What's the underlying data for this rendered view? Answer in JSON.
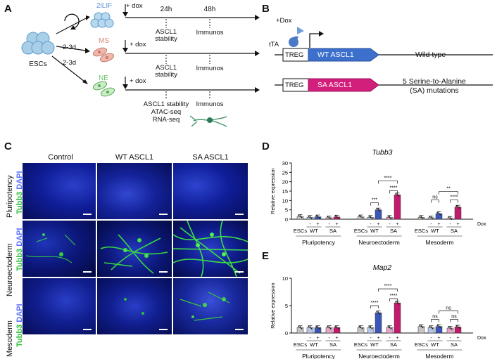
{
  "panel_labels": {
    "a": "A",
    "b": "B",
    "c": "C",
    "d": "D",
    "e": "E"
  },
  "panelA": {
    "escs": "ESCs",
    "arrow_2_3d_top": "2-3d",
    "arrow_2_3d_bottom": "2-3d",
    "cond_2ilif": "2iLIF",
    "cond_ms": "MS",
    "cond_ne": "NE",
    "dox": "+ dox",
    "t24": "24h",
    "t48": "48h",
    "row1_24": "ASCL1\nstability",
    "row1_48": "Immunos",
    "row2_24": "ASCL1\nstability",
    "row2_48": "Immunos",
    "row3_24": "ASCL1 stability\nATAC-seq\nRNA-seq",
    "row3_48": "Immunos",
    "colors": {
      "blue": "#5b8fd6",
      "ms": "#d98a7a",
      "ne": "#6fbf6f"
    }
  },
  "panelB": {
    "dox": "+Dox",
    "tta": "tTA",
    "treg1": "TREG",
    "treg2": "TREG",
    "wt": "WT ASCL1",
    "sa": "SA ASCL1",
    "wt_label": "Wild type",
    "sa_label": "5 Serine-to-Alanine\n(SA) mutations",
    "colors": {
      "wt": "#3d6fcc",
      "sa": "#d21f7c",
      "tta": "#4b79c7"
    }
  },
  "panelC": {
    "cols": [
      "Control",
      "WT ASCL1",
      "SA ASCL1"
    ],
    "rows": [
      "Pluripotency",
      "Neuroectoderm",
      "Mesoderm"
    ],
    "stain_green": "Tubb3",
    "stain_blue": "DAPI"
  },
  "chart_data": [
    {
      "type": "bar",
      "title": "Tubb3",
      "ylabel": "Relative expression",
      "ylim": [
        0,
        30
      ],
      "yticks": [
        0,
        5,
        10,
        15,
        20,
        25,
        30
      ],
      "groups": [
        "Pluripotency",
        "Neuroectoderm",
        "Mesoderm"
      ],
      "subgroups": [
        "ESCs",
        "WT",
        "SA"
      ],
      "dox_label": "Dox",
      "dox_signs": [
        "-",
        "+"
      ],
      "values": {
        "Pluripotency": {
          "ESCs": [
            1.5
          ],
          "WT": [
            1.0,
            1.3
          ],
          "SA": [
            0.8,
            1.2
          ]
        },
        "Neuroectoderm": {
          "ESCs": [
            1.3
          ],
          "WT": [
            1.0,
            5.0
          ],
          "SA": [
            1.0,
            13.0
          ]
        },
        "Mesoderm": {
          "ESCs": [
            1.0
          ],
          "WT": [
            0.8,
            3.0
          ],
          "SA": [
            0.5,
            6.5
          ]
        }
      },
      "significance": [
        {
          "group": "Neuroectoderm",
          "label": "***"
        },
        {
          "group": "Neuroectoderm",
          "label": "****"
        },
        {
          "group": "Neuroectoderm",
          "label": "****"
        },
        {
          "group": "Mesoderm",
          "label": "ns"
        },
        {
          "group": "Mesoderm",
          "label": "****"
        },
        {
          "group": "Mesoderm",
          "label": "**"
        }
      ]
    },
    {
      "type": "bar",
      "title": "Map2",
      "ylabel": "Relative expression",
      "ylim": [
        0,
        10
      ],
      "yticks": [
        0,
        5,
        10
      ],
      "groups": [
        "Pluripotency",
        "Neuroectoderm",
        "Mesoderm"
      ],
      "subgroups": [
        "ESCs",
        "WT",
        "SA"
      ],
      "dox_label": "Dox",
      "dox_signs": [
        "-",
        "+"
      ],
      "values": {
        "Pluripotency": {
          "ESCs": [
            1.0
          ],
          "WT": [
            1.0,
            1.0
          ],
          "SA": [
            1.0,
            1.0
          ]
        },
        "Neuroectoderm": {
          "ESCs": [
            1.0
          ],
          "WT": [
            1.0,
            3.7
          ],
          "SA": [
            1.0,
            5.5
          ]
        },
        "Mesoderm": {
          "ESCs": [
            1.2
          ],
          "WT": [
            1.0,
            1.2
          ],
          "SA": [
            0.9,
            1.1
          ]
        }
      },
      "significance": [
        {
          "group": "Neuroectoderm",
          "label": "****"
        },
        {
          "group": "Neuroectoderm",
          "label": "****"
        },
        {
          "group": "Neuroectoderm",
          "label": "****"
        },
        {
          "group": "Mesoderm",
          "label": "ns"
        },
        {
          "group": "Mesoderm",
          "label": "ns"
        },
        {
          "group": "Mesoderm",
          "label": "ns"
        }
      ]
    }
  ],
  "bar_colors": {
    "ESCs": "#c4c4c4",
    "WT_minus": "#b6c6e8",
    "WT_plus": "#3a56b8",
    "SA_minus": "#e2a7c6",
    "SA_plus": "#c21a6c"
  }
}
